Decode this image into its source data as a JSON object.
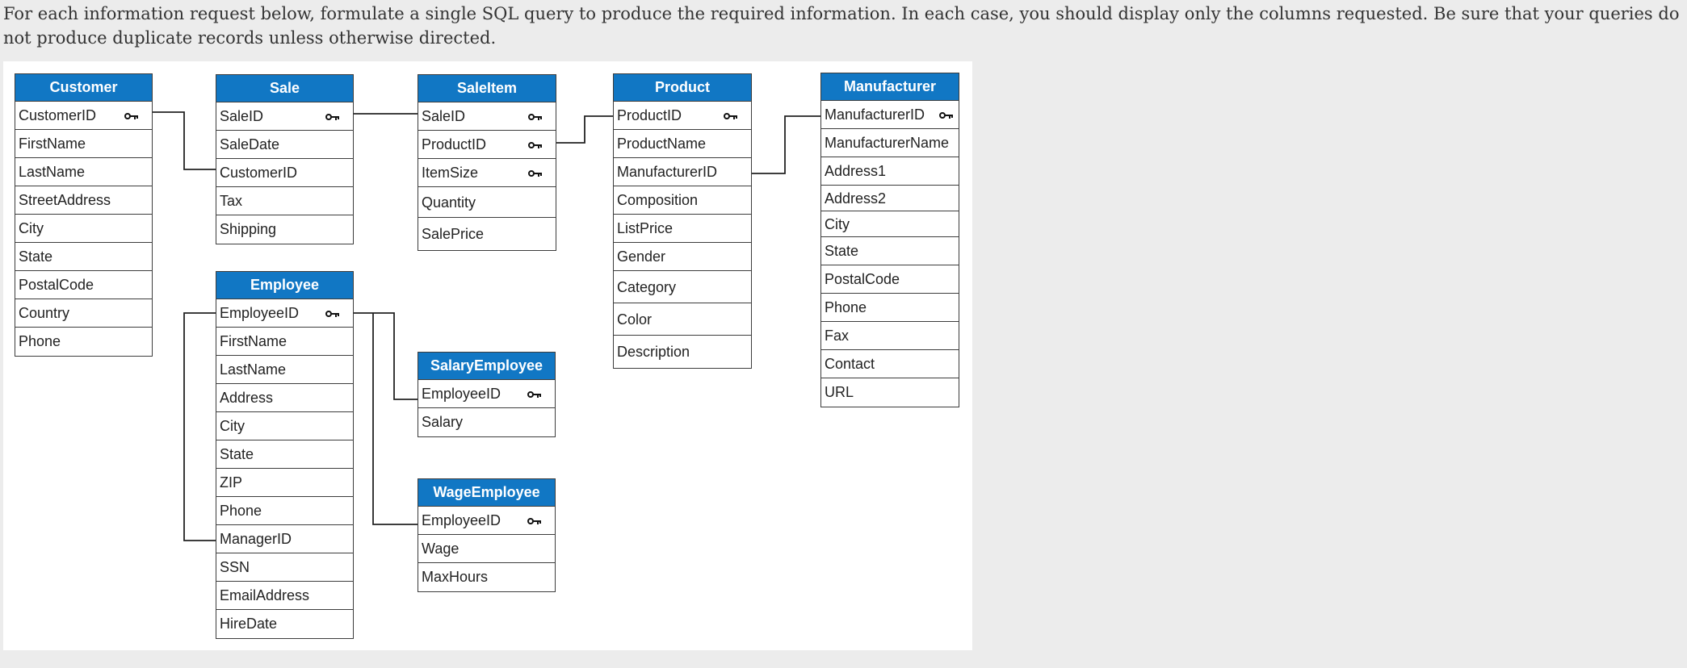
{
  "instructions": "For each information request below, formulate a single SQL query to produce the required information. In each case, you should display only the columns requested. Be sure that your queries do not produce duplicate records unless otherwise directed.",
  "tables": {
    "customer": {
      "title": "Customer",
      "fields": [
        "CustomerID",
        "FirstName",
        "LastName",
        "StreetAddress",
        "City",
        "State",
        "PostalCode",
        "Country",
        "Phone"
      ]
    },
    "sale": {
      "title": "Sale",
      "fields": [
        "SaleID",
        "SaleDate",
        "CustomerID",
        "Tax",
        "Shipping"
      ]
    },
    "saleitem": {
      "title": "SaleItem",
      "fields": [
        "SaleID",
        "ProductID",
        "ItemSize",
        "Quantity",
        "SalePrice"
      ]
    },
    "product": {
      "title": "Product",
      "fields": [
        "ProductID",
        "ProductName",
        "ManufacturerID",
        "Composition",
        "ListPrice",
        "Gender",
        "Category",
        "Color",
        "Description"
      ]
    },
    "manufacturer": {
      "title": "Manufacturer",
      "fields": [
        "ManufacturerID",
        "ManufacturerName",
        "Address1",
        "Address2",
        "City",
        "State",
        "PostalCode",
        "Phone",
        "Fax",
        "Contact",
        "URL"
      ]
    },
    "employee": {
      "title": "Employee",
      "fields": [
        "EmployeeID",
        "FirstName",
        "LastName",
        "Address",
        "City",
        "State",
        "ZIP",
        "Phone",
        "ManagerID",
        "SSN",
        "EmailAddress",
        "HireDate"
      ]
    },
    "salaryemployee": {
      "title": "SalaryEmployee",
      "fields": [
        "EmployeeID",
        "Salary"
      ]
    },
    "wageemployee": {
      "title": "WageEmployee",
      "fields": [
        "EmployeeID",
        "Wage",
        "MaxHours"
      ]
    }
  },
  "colors": {
    "header_bg": "#1177c4",
    "header_text": "#ffffff",
    "border": "#3c3c3c",
    "page_bg": "#ececec"
  },
  "icons": {
    "primary_key": "key-icon"
  }
}
